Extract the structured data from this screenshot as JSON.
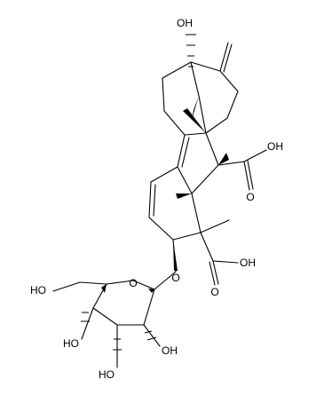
{
  "atom_labels": {
    "oh_top": "OH",
    "cooh_right": "OH",
    "cooh_right_o": "O",
    "cooh_lower": "OH",
    "cooh_lower_o": "O",
    "ring_o": "O",
    "glyco_o": "O",
    "ch2oh": "HO",
    "oh_c3": "HO",
    "oh_c2": "OH",
    "oh_c4": "HO"
  }
}
